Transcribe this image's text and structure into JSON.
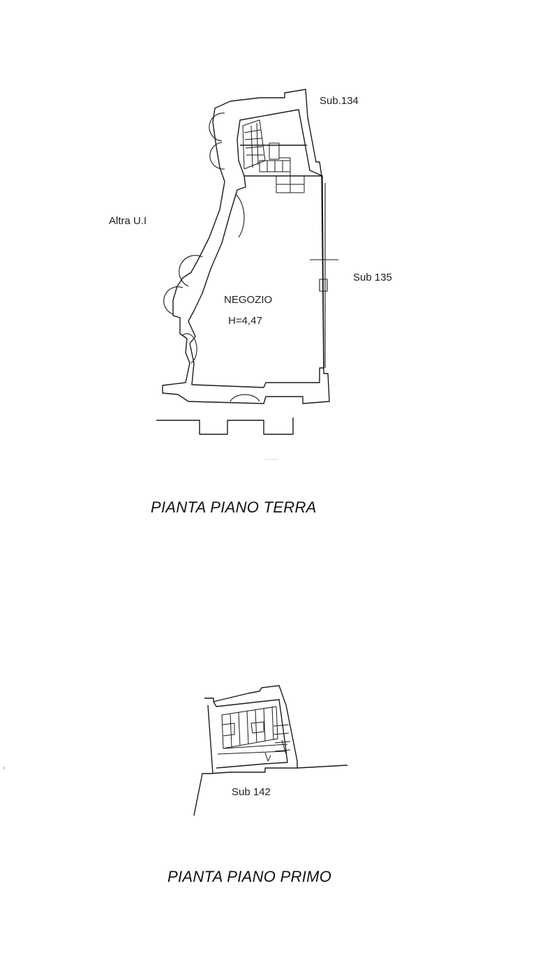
{
  "ground_floor": {
    "title": "PIANTA PIANO TERRA",
    "labels": {
      "sub_134": "Sub.134",
      "altra_ui": "Altra U.I",
      "sub_135": "Sub 135",
      "room_name": "NEGOZIO",
      "room_height": "H=4,47"
    }
  },
  "first_floor": {
    "title": "PIANTA PIANO PRIMO",
    "labels": {
      "sub_142": "Sub 142"
    }
  }
}
